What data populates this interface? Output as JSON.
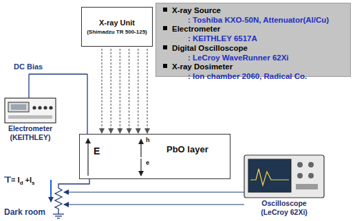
{
  "diagram": {
    "nodes": [
      {
        "text": [
          "X-ray Unit",
          "(Shimadzu TR 500-125)"
        ]
      },
      {
        "text": [
          "X-ray Source",
          ": Toshiba KXO-50N, Attenuator(Al/Cu)",
          "Electrometer",
          ": KEITHLEY 6517A",
          "Digital Oscilloscope",
          ": LeCroy WaveRunner 62Xi",
          "X-ray Dosimeter",
          ": Ion chamber 2060, Radical Co."
        ]
      },
      {
        "text": [
          "Electrometer",
          "(KEITHLEY)"
        ]
      },
      {
        "text": [
          "E",
          "h",
          "e",
          "PbO layer"
        ]
      },
      {
        "text": [
          "Oscilloscope",
          "(LeCroy 62Xi)"
        ]
      }
    ],
    "edges": [
      {
        "from": 0,
        "to": 3,
        "arrow": "to"
      },
      {
        "from": 2,
        "to": 3,
        "arrow": "none"
      }
    ],
    "labels": [
      "DC Bias",
      "I = I",
      "d",
      "+I",
      "s",
      "Dark room"
    ]
  }
}
